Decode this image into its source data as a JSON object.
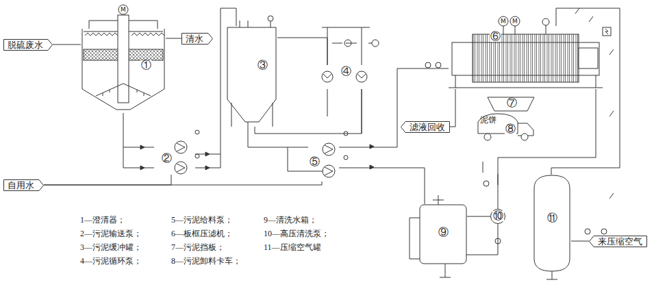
{
  "diagram": {
    "nodes": [
      {
        "text": [
          "脱硫废水"
        ]
      },
      {
        "text": [
          "①"
        ]
      },
      {
        "text": [
          "清水"
        ]
      },
      {
        "text": [
          "②"
        ]
      },
      {
        "text": [
          "自用水"
        ]
      },
      {
        "text": [
          "③"
        ]
      },
      {
        "text": [
          "④"
        ]
      },
      {
        "text": [
          "⑤"
        ]
      },
      {
        "text": [
          "⑥"
        ]
      },
      {
        "text": [
          "⑦"
        ]
      },
      {
        "text": [
          "泥饼",
          "⑧"
        ]
      },
      {
        "text": [
          "滤液回收"
        ]
      },
      {
        "text": [
          "⑨"
        ]
      },
      {
        "text": [
          "⑩"
        ]
      },
      {
        "text": [
          "⑪"
        ]
      },
      {
        "text": [
          "来压缩空气"
        ]
      }
    ],
    "edges": [
      {
        "from": 0,
        "to": 1,
        "arrow": "none"
      },
      {
        "from": 1,
        "to": 2,
        "arrow": "none"
      },
      {
        "from": 1,
        "to": 3,
        "arrow": "none"
      },
      {
        "from": 3,
        "to": 5,
        "arrow": "none"
      },
      {
        "from": 4,
        "to": 3,
        "arrow": "none"
      },
      {
        "from": 4,
        "to": 7,
        "arrow": "none"
      },
      {
        "from": 5,
        "to": 6,
        "arrow": "none"
      },
      {
        "from": 6,
        "to": 5,
        "arrow": "none"
      },
      {
        "from": 5,
        "to": 7,
        "arrow": "none"
      },
      {
        "from": 7,
        "to": 8,
        "arrow": "none"
      },
      {
        "from": 8,
        "to": 11,
        "arrow": "none"
      },
      {
        "from": 12,
        "to": 13,
        "arrow": "none"
      },
      {
        "from": 13,
        "to": 8,
        "arrow": "none"
      },
      {
        "from": 14,
        "to": 8,
        "arrow": "none"
      },
      {
        "from": 15,
        "to": 14,
        "arrow": "none"
      },
      {
        "from": 7,
        "to": 12,
        "arrow": "none"
      }
    ],
    "labels": [
      "M",
      "M",
      "M",
      "1—澄清器；",
      "2—污泥输送泵；",
      "3—污泥缓冲罐；",
      "4—污泥循环泵；",
      "5—污泥给料泵；",
      "6—板框压滤机；",
      "7—污泥挡板；",
      "8—污泥卸料卡车；",
      "9—清洗水箱；",
      "10—高压清洗泵；",
      "11—压缩空气罐"
    ]
  }
}
